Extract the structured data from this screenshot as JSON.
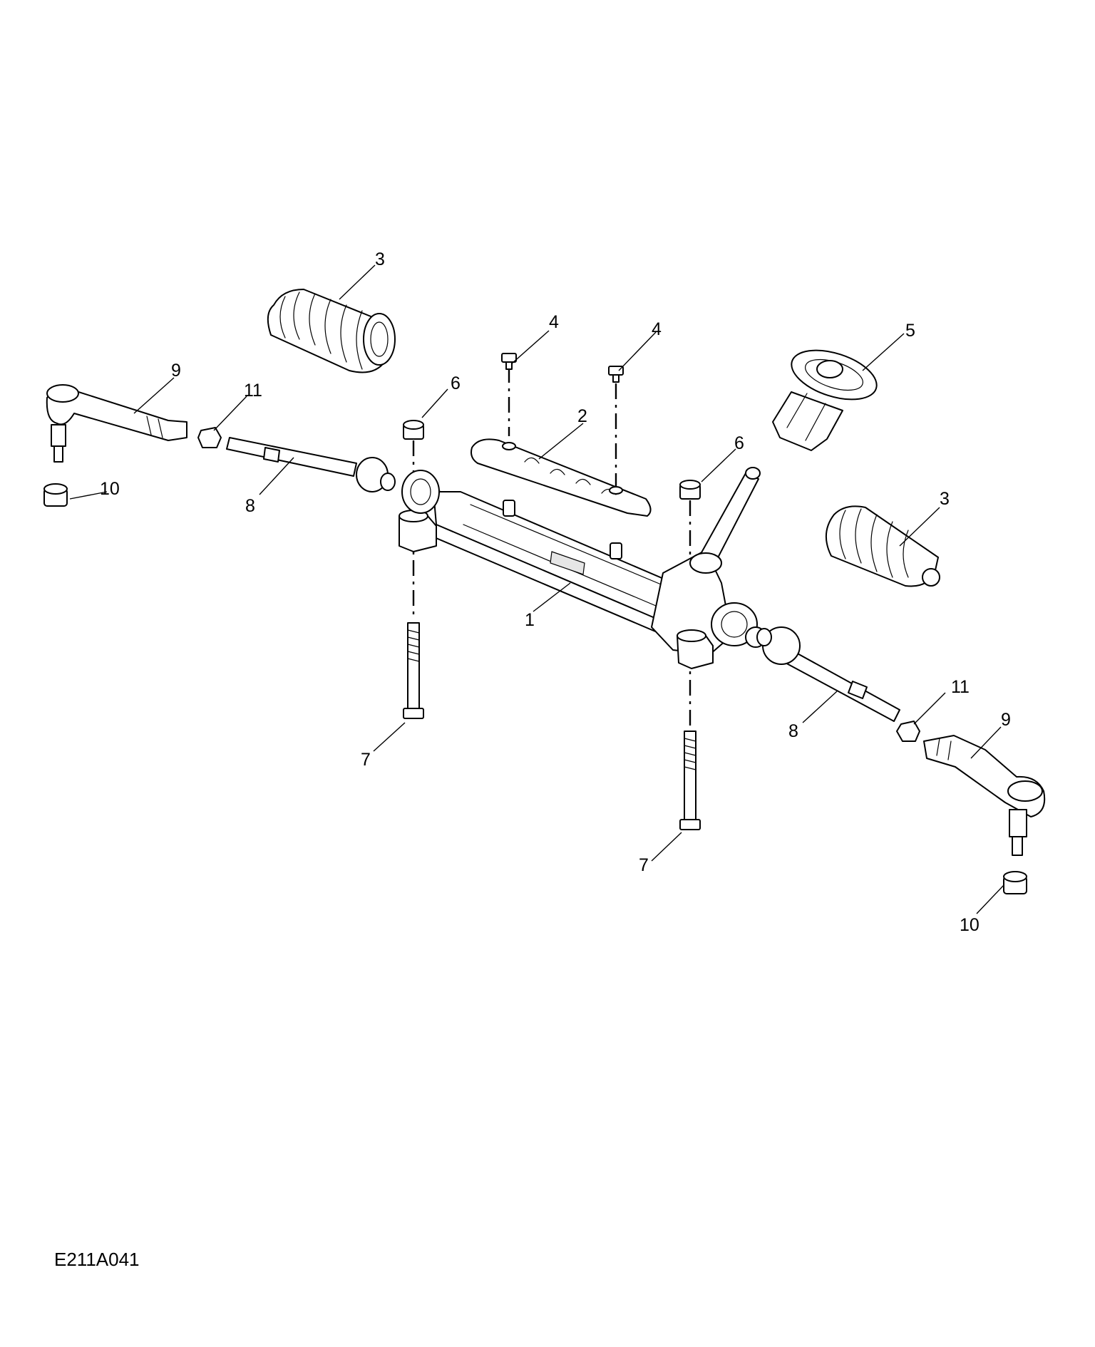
{
  "figure_id": "E211A041",
  "callouts": [
    {
      "id": "c1",
      "label": "1"
    },
    {
      "id": "c2",
      "label": "2"
    },
    {
      "id": "c3a",
      "label": "3"
    },
    {
      "id": "c3b",
      "label": "3"
    },
    {
      "id": "c4a",
      "label": "4"
    },
    {
      "id": "c4b",
      "label": "4"
    },
    {
      "id": "c5",
      "label": "5"
    },
    {
      "id": "c6a",
      "label": "6"
    },
    {
      "id": "c6b",
      "label": "6"
    },
    {
      "id": "c7a",
      "label": "7"
    },
    {
      "id": "c7b",
      "label": "7"
    },
    {
      "id": "c8a",
      "label": "8"
    },
    {
      "id": "c8b",
      "label": "8"
    },
    {
      "id": "c9a",
      "label": "9"
    },
    {
      "id": "c9b",
      "label": "9"
    },
    {
      "id": "c10a",
      "label": "10"
    },
    {
      "id": "c10b",
      "label": "10"
    },
    {
      "id": "c11a",
      "label": "11"
    },
    {
      "id": "c11b",
      "label": "11"
    }
  ]
}
